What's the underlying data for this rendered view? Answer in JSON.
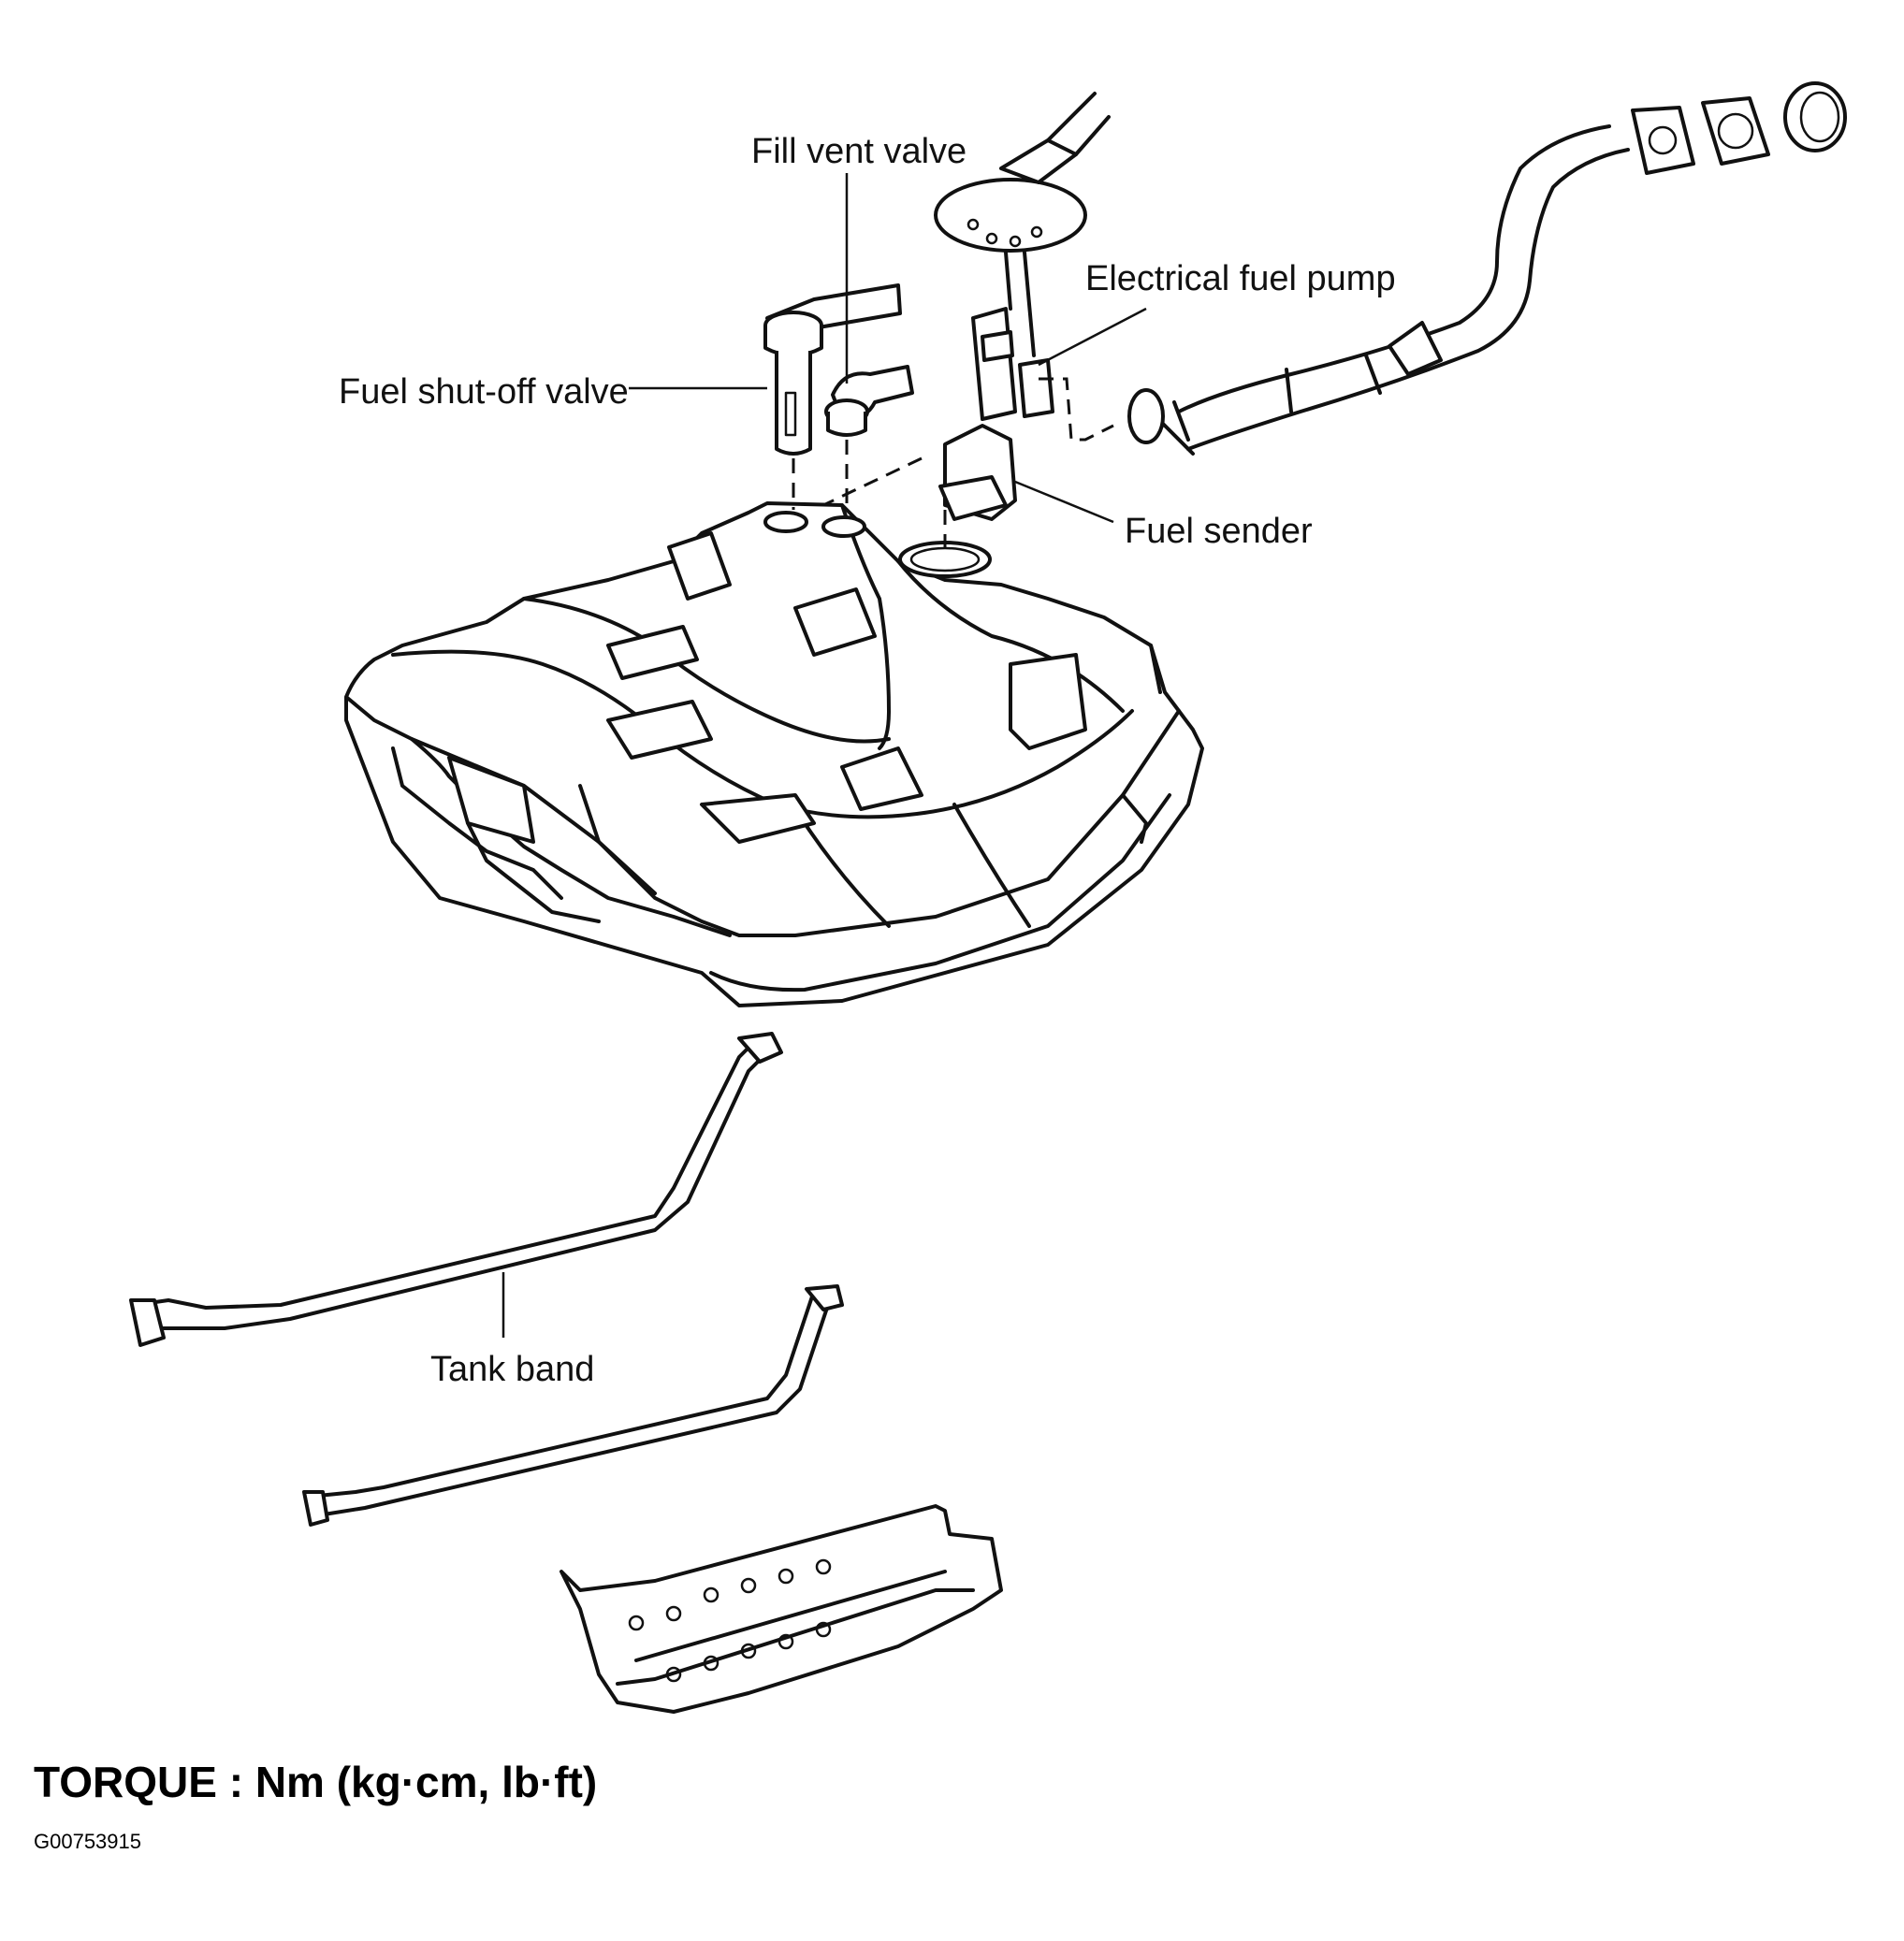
{
  "labels": {
    "fill_vent_valve": "Fill vent valve",
    "electrical_fuel_pump": "Electrical fuel pump",
    "fuel_shutoff_valve": "Fuel shut-off valve",
    "fuel_sender": "Fuel sender",
    "tank_band": "Tank band"
  },
  "footer": {
    "torque": "TORQUE : Nm (kg·cm, lb·ft)",
    "code": "G00753915"
  }
}
